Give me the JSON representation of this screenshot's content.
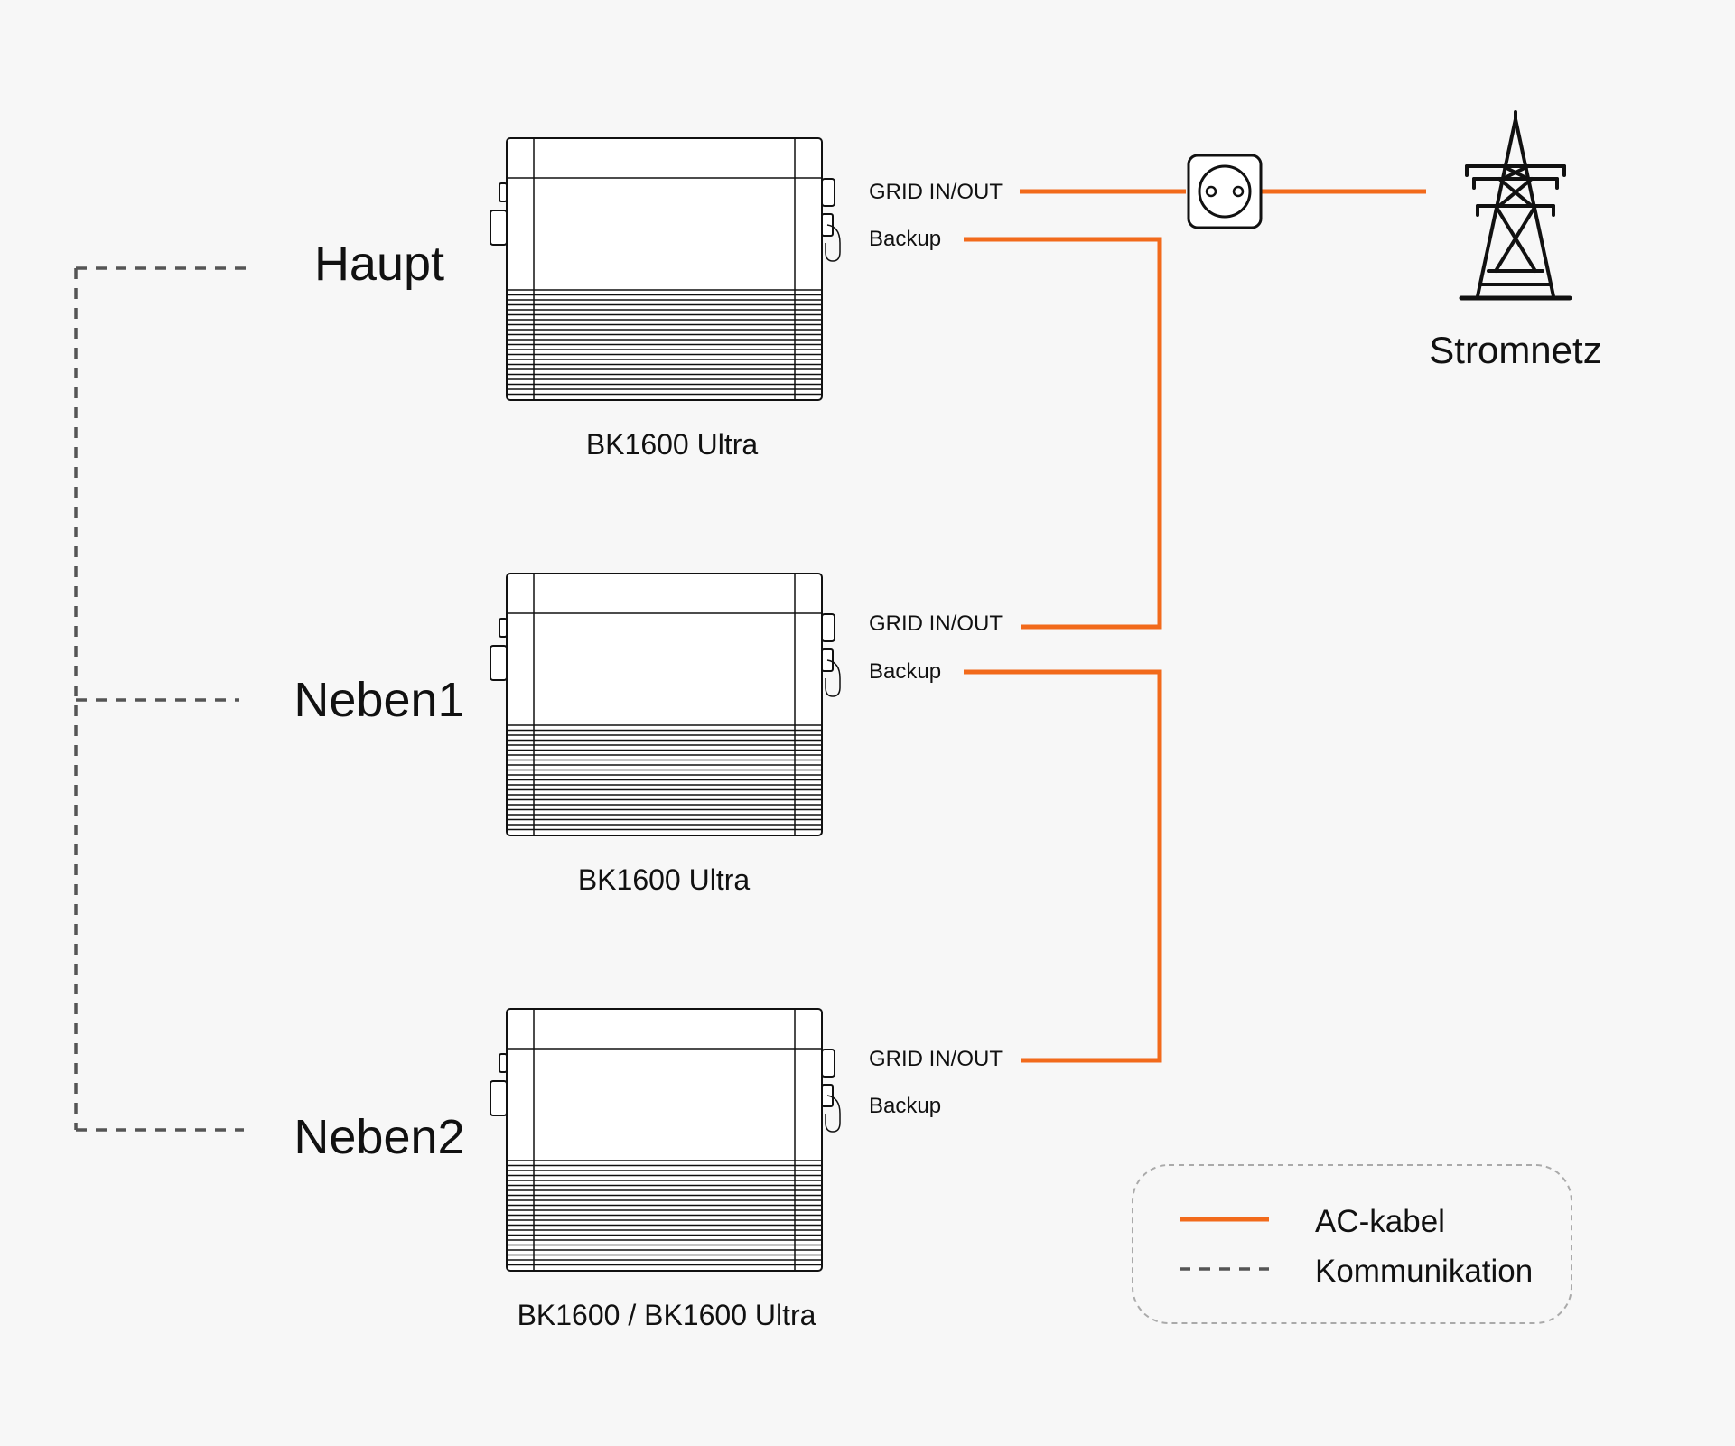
{
  "colors": {
    "ac_cable": "#f26a1b",
    "communication": "#555555",
    "background": "#f7f7f7"
  },
  "units": [
    {
      "role": "Haupt",
      "model": "BK1600 Ultra",
      "port_grid": "GRID IN/OUT",
      "port_backup": "Backup"
    },
    {
      "role": "Neben1",
      "model": "BK1600 Ultra",
      "port_grid": "GRID IN/OUT",
      "port_backup": "Backup"
    },
    {
      "role": "Neben2",
      "model": "BK1600 / BK1600 Ultra",
      "port_grid": "GRID IN/OUT",
      "port_backup": "Backup"
    }
  ],
  "grid": {
    "label": "Stromnetz",
    "icon": "power-pylon-icon",
    "outlet_icon": "power-outlet-icon"
  },
  "legend": {
    "ac_label": "AC-kabel",
    "comm_label": "Kommunikation"
  }
}
